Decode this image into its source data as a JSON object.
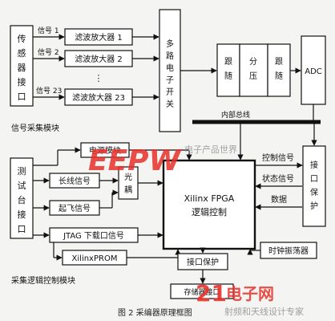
{
  "labels": {
    "sensor_port": [
      "传",
      "感",
      "器",
      "接",
      "口"
    ],
    "sig1": "信号 1",
    "sig2": "信号 2",
    "sig23": "信号 23",
    "filter1": "滤波放大器 1",
    "filter2": "滤波放大器 2",
    "filter23": "滤波放大器 23",
    "dots": "⋮",
    "mux": [
      "多",
      "路",
      "电",
      "子",
      "开",
      "关"
    ],
    "follow1": [
      "跟",
      "随"
    ],
    "divider": [
      "分",
      "压"
    ],
    "follow2": [
      "跟",
      "随"
    ],
    "adc": "ADC",
    "internal_bus": "内部总线",
    "sig_acq_module": "信号采集模块",
    "power_module": "电源模块",
    "test_port": [
      "测",
      "试",
      "台",
      "接",
      "口"
    ],
    "long_line": "长线信号",
    "optocoupler": [
      "光",
      "耦"
    ],
    "takeoff": "起飞信号",
    "jtag": "JTAG 下载口信号",
    "prom": "XilinxPROM",
    "fpga_line1": "Xilinx FPGA",
    "fpga_line2": "逻辑控制",
    "ctrl_signal": "控制信号",
    "status_signal": "状态信号",
    "data_label": "数据",
    "iface_protect_right": [
      "接",
      "口",
      "保",
      "护"
    ],
    "clock": "时钟振荡器",
    "iface_protect_bottom": "接口保护",
    "bottom_port": "存储器接口",
    "acq_logic_module": "采集逻辑控制模块",
    "caption": "图 2 采编器原理框图"
  },
  "watermarks": {
    "eepw": "EEPW",
    "eepw_sub": "电子产品世界",
    "site21": "21",
    "site21_text": "电子网",
    "site21_sub": "射频和天线设计专家"
  },
  "colors": {
    "line": "#111111",
    "watermark_red": "#e8302a",
    "watermark_gray": "#9a9a9a"
  }
}
